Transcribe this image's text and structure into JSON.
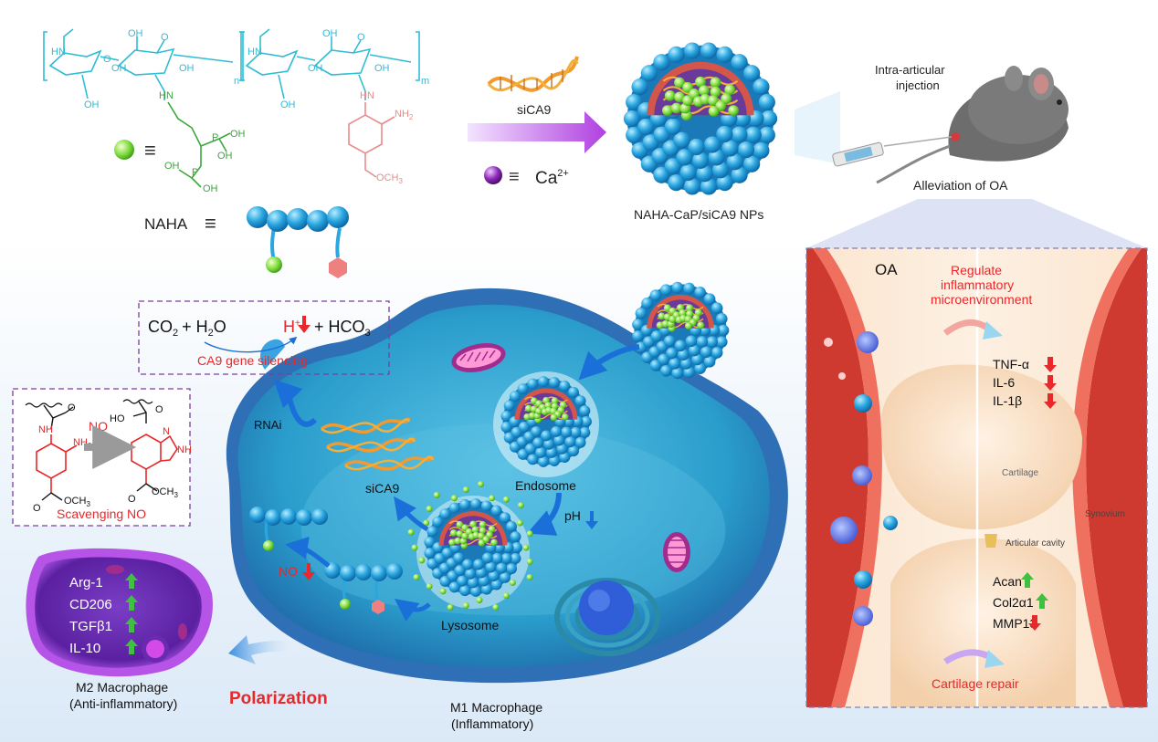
{
  "colors": {
    "polymer": "#2fbdd6",
    "bisphosphonate": "#3aa83a",
    "aminobenzoate": "#e98b8b",
    "nanoparticle": "#2aa6e0",
    "core_shell": "#d4564a",
    "green_bead": "#7cdc3c",
    "calcium": "#8a2ab8",
    "macrophage": "#2f8fc7",
    "m2_macrophage": "#9b3fd0",
    "red_text": "#e8282a",
    "up_arrow": "#40c040",
    "down_arrow": "#e8282a"
  },
  "chemistry": {
    "hn": "HN",
    "oh": "OH",
    "o": "O",
    "n": "n",
    "m": "m",
    "nh2": "NH",
    "nh2_sub": "2",
    "p": "P",
    "och3": "OCH",
    "och3_sub": "3",
    "o_link": "O"
  },
  "top": {
    "nanoparticle_label": "NAHA-CaP/siCA9 NPs",
    "sirna_label": "siCA9",
    "calcium_symbol": "Ca",
    "calcium_charge": "2+",
    "naha_label": "NAHA",
    "equiv": "≡"
  },
  "mouse": {
    "injection_line1": "Intra-articular",
    "injection_line2": "injection",
    "result": "Alleviation of OA"
  },
  "reaction": {
    "co2": "CO",
    "co2_sub": "2",
    "plus1": "+ H",
    "h2o_sub": "2",
    "h2o_o": "O",
    "hplus": "H",
    "hplus_sup": "+",
    "plus2": "+ HCO",
    "hco3_sub": "3",
    "caption": "CA9 gene silencing"
  },
  "scavenging": {
    "no_label": "NO",
    "caption": "Scavenging NO",
    "ho": "HO",
    "nh": "NH",
    "n": "N",
    "o": "O"
  },
  "cell": {
    "rnai": "RNAi",
    "sica9": "siCA9",
    "endosome": "Endosome",
    "ph": "pH",
    "no": "NO",
    "lysosome": "Lysosome",
    "m1_line1": "M1 Macrophage",
    "m1_line2": "(Inflammatory)",
    "polarization": "Polarization"
  },
  "m2": {
    "markers": [
      "Arg-1",
      "CD206",
      "TGFβ1",
      "IL-10"
    ],
    "label_line1": "M2 Macrophage",
    "label_line2": "(Anti-inflammatory)"
  },
  "joint": {
    "oa": "OA",
    "regulate_line1": "Regulate",
    "regulate_line2": "inflammatory",
    "regulate_line3": "microenvironment",
    "cytokines": [
      "TNF-α",
      "IL-6",
      "IL-1β"
    ],
    "cartilage": "Cartilage",
    "synovium": "Synovium",
    "articular_cavity": "Articular cavity",
    "cartilage_markers": [
      {
        "name": "Acan",
        "trend": "up"
      },
      {
        "name": "Col2α1",
        "trend": "up"
      },
      {
        "name": "MMP13",
        "trend": "down"
      }
    ],
    "cartilage_repair": "Cartilage repair"
  }
}
